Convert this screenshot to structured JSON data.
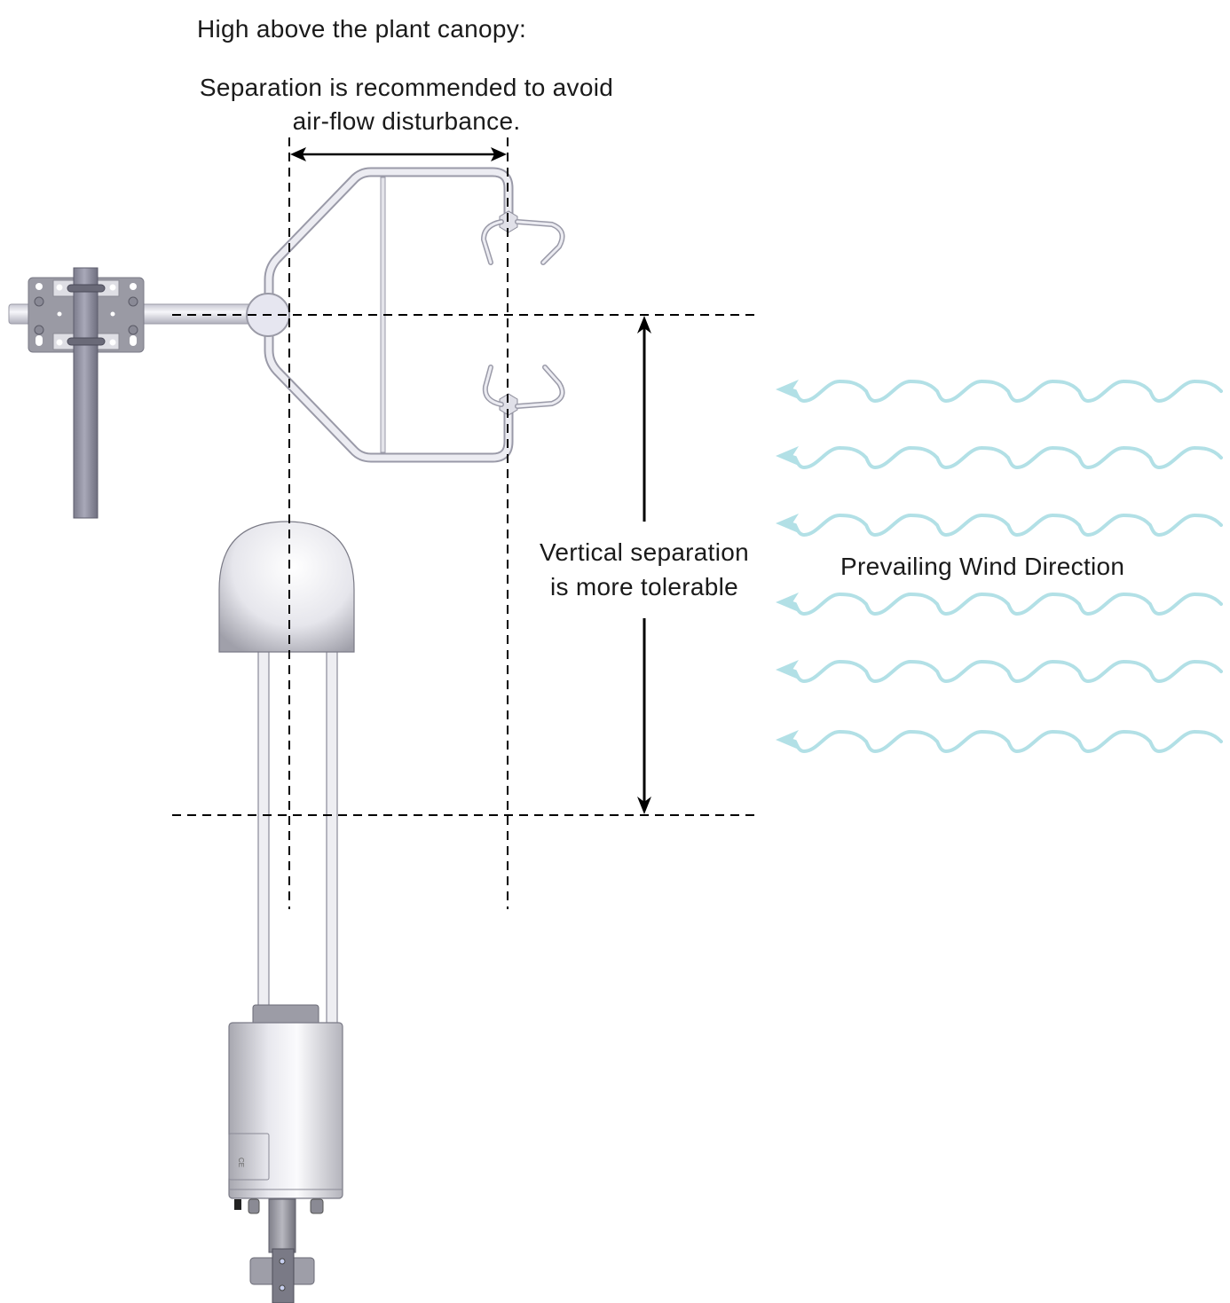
{
  "diagram": {
    "title": "High above the plant canopy:",
    "horizontal_note": {
      "line1": "Separation is recommended to avoid",
      "line2": "air-flow disturbance."
    },
    "vertical_note": {
      "line1": "Vertical separation",
      "line2": "is more tolerable"
    },
    "wind_label": "Prevailing Wind Direction",
    "wind_arrow_count": 6,
    "wind_direction": "right-to-left",
    "colors": {
      "wind": "#b2e0e6",
      "dimension_lines": "#000000",
      "text": "#1a1a1a",
      "metal_light": "#e4e4ec",
      "metal_dark": "#8e8e9c",
      "mount_plate": "#9a9aa4"
    },
    "components": [
      "mounting-pole",
      "mounting-bracket",
      "crossarm",
      "sonic-anemometer",
      "gas-analyzer-head",
      "analyzer-electronics-box"
    ]
  }
}
